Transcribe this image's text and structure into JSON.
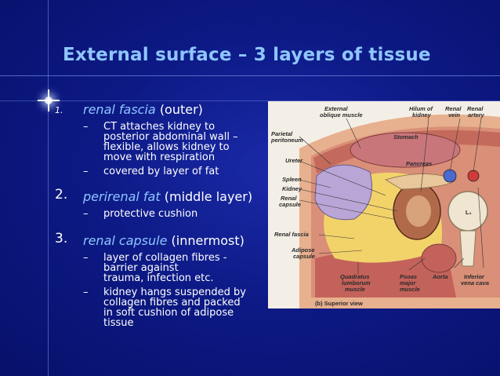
{
  "title": "External surface – 3 layers of tissue",
  "items": [
    {
      "number": "1.",
      "term": "renal fascia",
      "qualifier": "(outer)",
      "subpoints": [
        "CT attaches kidney to\nposterior abdominal wall –\nflexible, allows kidney to\nmove with respiration",
        "covered by layer of fat"
      ]
    },
    {
      "number": "2.",
      "term": "perirenal fat",
      "qualifier": "(middle layer)",
      "subpoints": [
        "protective cushion"
      ]
    },
    {
      "number": "3.",
      "term": "renal capsule",
      "qualifier": "(innermost)",
      "subpoints": [
        "layer of collagen fibres -\nbarrier against\ntrauma, infection etc.",
        "kidney hangs suspended by\ncollagen fibres and packed\nin soft cushion of adipose\ntissue"
      ]
    }
  ],
  "figure": {
    "labels": {
      "external_oblique": "External\noblique muscle",
      "hilum": "Hilum of\nkidney",
      "renal_vein": "Renal\nvein",
      "renal_artery": "Renal\nartery",
      "parietal_peritoneum": "Parietal\nperitoneum",
      "stomach": "Stomach",
      "ureter": "Ureter",
      "pancreas": "Pancreas",
      "spleen": "Spleen",
      "kidney": "Kidney",
      "renal_capsule": "Renal\ncapsule",
      "vertebra": "L₁",
      "renal_fascia": "Renal fascia",
      "adipose_capsule": "Adipose\ncapsule",
      "quadratus": "Quadratus\nlumborum\nmuscle",
      "psoas": "Psoas\nmajor\nmuscle",
      "aorta": "Aorta",
      "ivc": "Inferior\nvena cava",
      "caption": "(b) Superior view"
    }
  }
}
